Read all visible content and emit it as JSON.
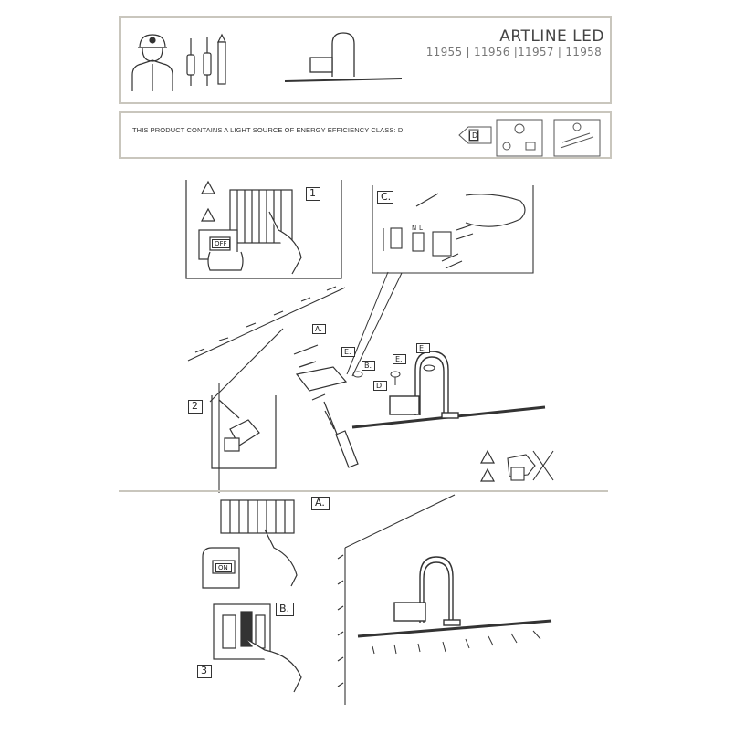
{
  "header": {
    "title": "ARTLINE LED",
    "codes": "11955 | 11956 |11957 | 11958"
  },
  "energy": {
    "notice": "THIS PRODUCT CONTAINS A LIGHT SOURCE OF ENERGY EFFICIENCY CLASS: D",
    "class_letter": "D"
  },
  "steps": {
    "step1": "1",
    "step2": "2",
    "step3": "3",
    "step3a": "A.",
    "step3b": "B."
  },
  "labels": {
    "c": "C.",
    "a": "A.",
    "b": "B.",
    "d": "D.",
    "e1": "E.",
    "e2": "E.",
    "e3": "E."
  },
  "switch": {
    "off": "OFF",
    "on": "ON"
  },
  "wiring": {
    "n": "N",
    "l": "L"
  }
}
